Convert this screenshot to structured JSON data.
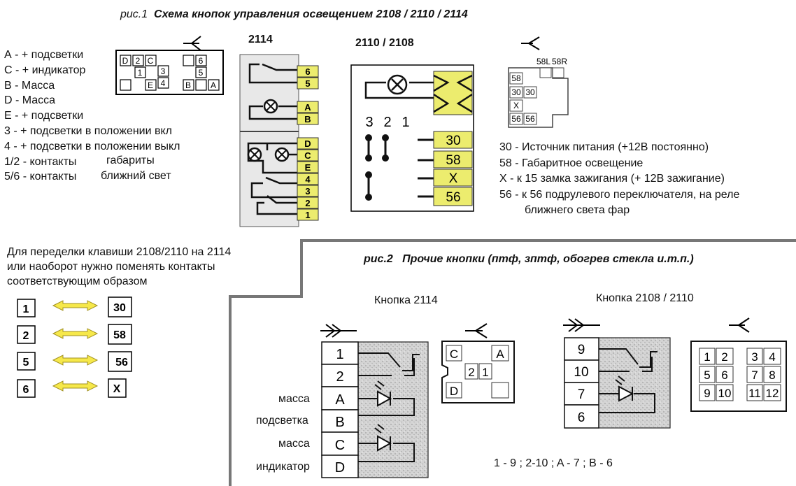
{
  "fig1": {
    "title_prefix": "рис.1",
    "title": "Схема кнопок управления освещением 2108 / 2110 / 2114",
    "legend_left": [
      "А - + подсветки",
      "С - + индикатор",
      "В - Масса",
      "D - Масса",
      "Е - + подсветки",
      "3 - + подсветки в положении вкл",
      "4 - + подсветки  в положении выкл",
      "1/2 - контакты",
      "5/6 - контакты"
    ],
    "legend_notes": [
      "габариты",
      "ближний свет"
    ],
    "model_2114": "2114",
    "model_2110_2108": "2110 / 2108",
    "connector_2114": {
      "top_left": [
        "D",
        "2",
        "C"
      ],
      "left_mid": [
        "1",
        "3"
      ],
      "bottom": [
        "E",
        "4",
        "B",
        "A"
      ],
      "right": [
        "6",
        "5"
      ]
    },
    "pins_2114_upper": [
      "6",
      "5",
      "A",
      "B"
    ],
    "pins_2114_lower": [
      "D",
      "C",
      "E",
      "4",
      "3",
      "2",
      "1"
    ],
    "switch_numbers": [
      "3",
      "2",
      "1"
    ],
    "pins_2110": [
      "30",
      "58",
      "X",
      "56"
    ],
    "connector_2110": {
      "labels_top": [
        "58L",
        "58R"
      ],
      "cells": [
        "58",
        "30",
        "30",
        "X",
        "56",
        "56"
      ]
    },
    "legend_right": [
      "30 - Источник питания (+12В постоянно)",
      "58 - Габаритное освещение",
      "X -  к 15 замка зажигания (+ 12В зажигание)",
      "56 - к 56 подрулевого переключателя, на реле",
      "ближнего света фар"
    ]
  },
  "conversion": {
    "text": [
      "Для переделки клавиши 2108/2110 на 2114",
      "или наоборот нужно поменять контакты",
      "соответствующим образом"
    ],
    "pairs": [
      {
        "from": "1",
        "to": "30"
      },
      {
        "from": "2",
        "to": "58"
      },
      {
        "from": "5",
        "to": "56"
      },
      {
        "from": "6",
        "to": "X"
      }
    ]
  },
  "fig2": {
    "title_prefix": "рис.2",
    "title": "Прочие кнопки (птф, зптф, обогрев стекла и.т.п.)",
    "button_2114_label": "Кнопка 2114",
    "button_2108_label": "Кнопка  2108 / 2110",
    "pins_2114": [
      "1",
      "2",
      "A",
      "B",
      "C",
      "D"
    ],
    "side_labels": [
      "масса",
      "подсветка",
      "масса",
      "индикатор"
    ],
    "connector_2114": [
      "C",
      "A",
      "2",
      "1",
      "D"
    ],
    "pins_2108": [
      "9",
      "10",
      "7",
      "6"
    ],
    "connector_2108_left": [
      "1",
      "2",
      "5",
      "6",
      "9",
      "10"
    ],
    "connector_2108_right": [
      "3",
      "4",
      "7",
      "8",
      "11",
      "12"
    ],
    "mapping": "1 - 9 ;  2-10 ;   A - 7  ;  B - 6"
  }
}
